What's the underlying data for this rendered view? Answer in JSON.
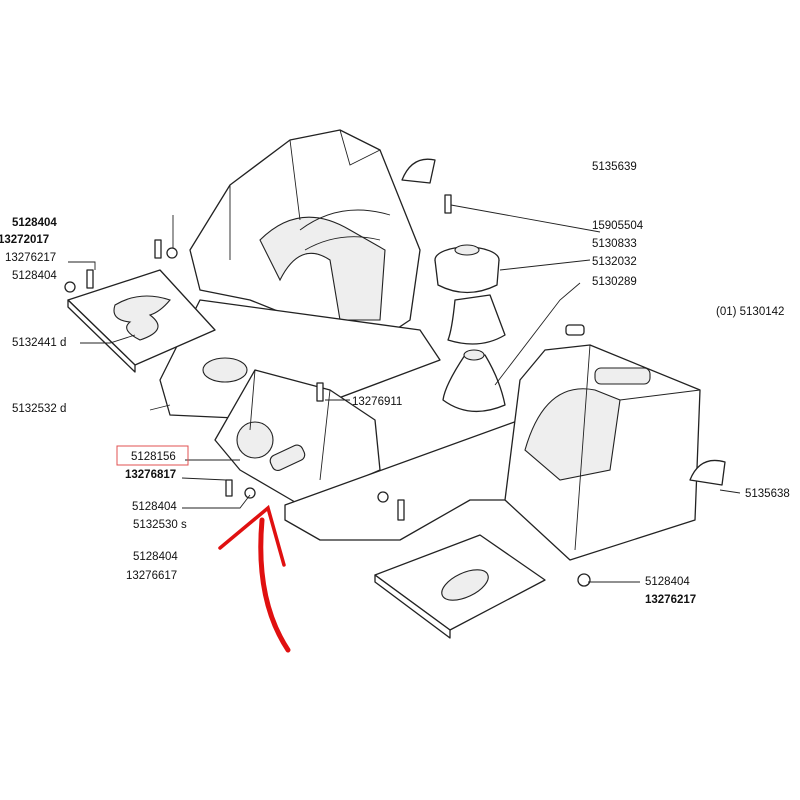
{
  "diagram": {
    "labels": {
      "l5135639": "5135639",
      "l15905504": "15905504",
      "l5130833": "5130833",
      "l5132032": "5132032",
      "l5130289": "5130289",
      "l5130142": "(01)  5130142",
      "l5135638": "5135638",
      "l5128404_tr": "5128404",
      "l13276217_br": "13276217",
      "l5128404_a": "5128404",
      "l13272017": "13272017",
      "l13276217_a": "13276217",
      "l5128404_b": "5128404",
      "l5132441": "5132441   d",
      "l5132532": "5132532   d",
      "l13276911": "13276911",
      "l5128156": "5128156",
      "l13276817": "13276817",
      "l5128404_c": "5128404",
      "l5132530": "5132530   s",
      "l5128404_d": "5128404",
      "l13276617": "13276617"
    },
    "highlighted_part": "5128156",
    "highlight_color": "#e05050",
    "arrow_color": "#e01010"
  }
}
